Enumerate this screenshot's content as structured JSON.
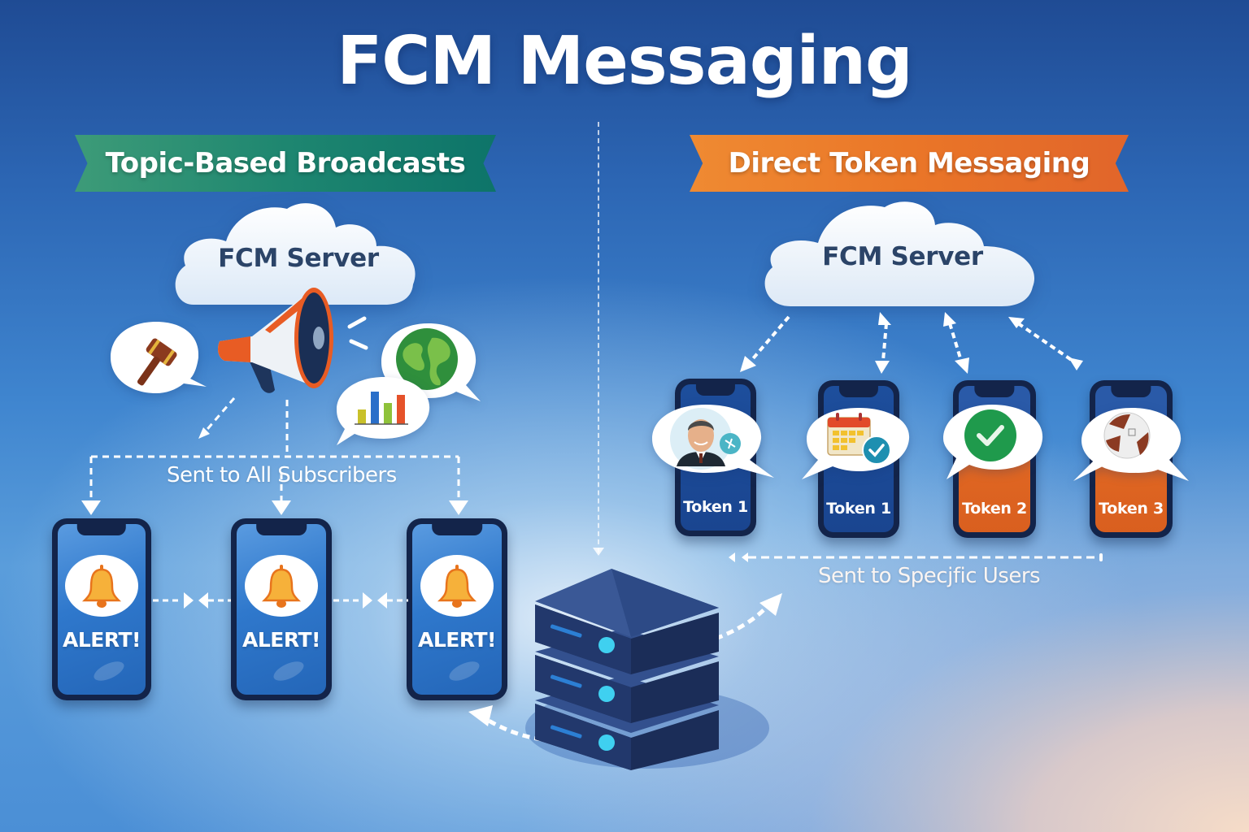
{
  "title": "FCM Messaging",
  "left_panel": {
    "banner": "Topic-Based Broadcasts",
    "banner_color": "#1e8670",
    "server_label": "FCM Server",
    "topic_icons": [
      "gavel-icon",
      "megaphone-icon",
      "globe-icon",
      "bar-chart-icon"
    ],
    "caption": "Sent to All Subscribers",
    "devices": [
      {
        "label": "ALERT!",
        "icon": "bell-icon"
      },
      {
        "label": "ALERT!",
        "icon": "bell-icon"
      },
      {
        "label": "ALERT!",
        "icon": "bell-icon"
      }
    ]
  },
  "right_panel": {
    "banner": "Direct Token Messaging",
    "banner_color": "#ea7628",
    "server_label": "FCM Server",
    "caption": "Sent to Specjfic Users",
    "devices": [
      {
        "label": "Token 1",
        "icon": "user-avatar-icon",
        "color": "navy"
      },
      {
        "label": "Token 1",
        "icon": "calendar-check-icon",
        "color": "navy"
      },
      {
        "label": "Token 2",
        "icon": "checkmark-icon",
        "color": "orange"
      },
      {
        "label": "Token 3",
        "icon": "football-icon",
        "color": "orange"
      }
    ]
  },
  "center": {
    "server_stack_icon": "server-stack-icon",
    "server_units": 3
  }
}
